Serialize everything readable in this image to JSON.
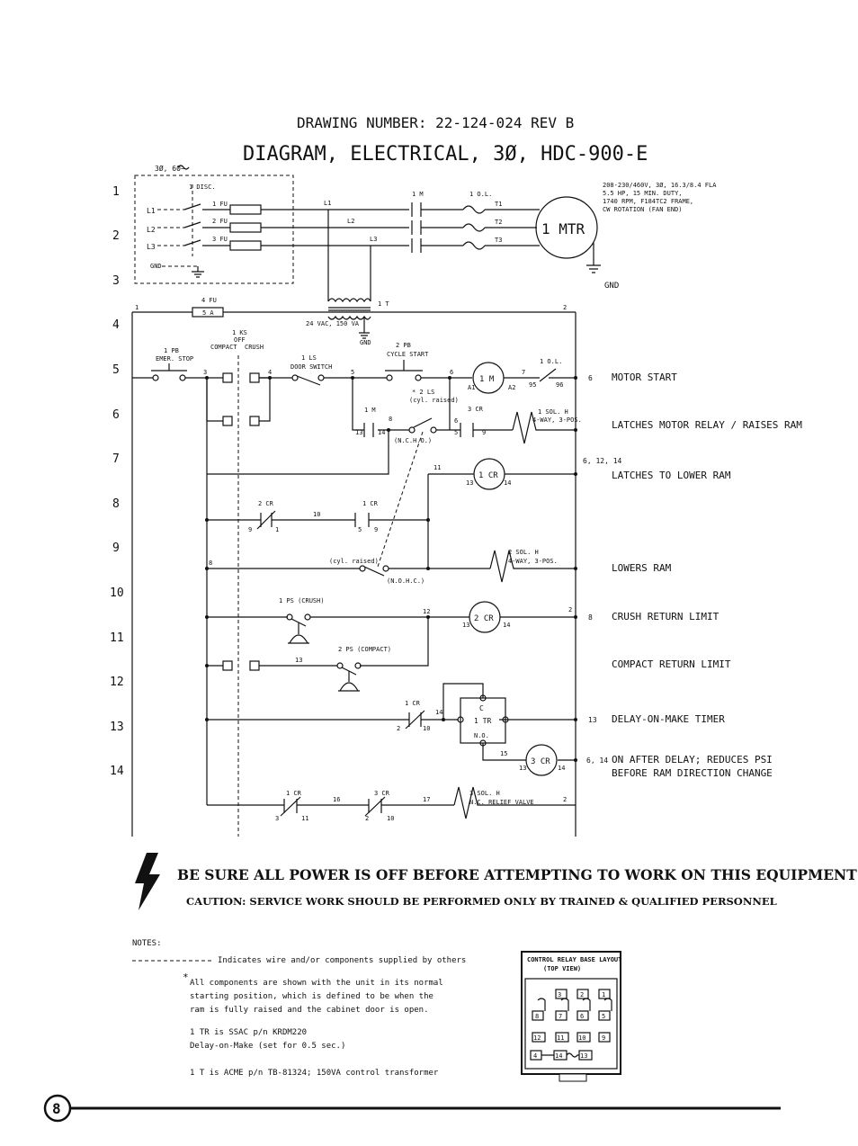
{
  "header": {
    "drawing_number": "DRAWING NUMBER: 22-124-024  REV B",
    "title": "DIAGRAM, ELECTRICAL, 3Ø, HDC-900-E"
  },
  "line_numbers": [
    "1",
    "2",
    "3",
    "4",
    "5",
    "6",
    "7",
    "8",
    "9",
    "10",
    "11",
    "12",
    "13",
    "14"
  ],
  "power": {
    "supply": "3Ø, 60~",
    "disconnect": "1 DISC.",
    "lines": [
      "L1",
      "L2",
      "L3"
    ],
    "fuses": [
      "1 FU",
      "2 FU",
      "3 FU"
    ],
    "gnd_in": "GND",
    "contactor": "1 M",
    "overload": "1 O.L.",
    "terminals": [
      "T1",
      "T2",
      "T3"
    ],
    "motor_label": "1 MTR",
    "motor_specs": [
      "208-230/460V, 3Ø, 16.3/8.4 FLA",
      "5.5 HP, 15 MIN. DUTY,",
      "1740 RPM, F184TC2 FRAME,",
      "CW ROTATION (FAN END)"
    ],
    "gnd_motor": "GND",
    "transformer": "1 T",
    "transformer_rating": "24 VAC, 150 VA",
    "gnd_transformer": "GND",
    "fuse4": "4 FU",
    "fuse4_rating": "5 A"
  },
  "ladder": {
    "wire_1": "1",
    "wire_2": "2",
    "ks_label": "1 KS",
    "ks_off": "OFF",
    "ks_compact": "COMPACT",
    "ks_crush": "CRUSH",
    "pb1_label": "1 PB",
    "pb1_sub": "EMER. STOP",
    "ls1_label": "1 LS",
    "ls1_sub": "DOOR SWITCH",
    "pb2_label": "2 PB",
    "pb2_sub": "CYCLE START",
    "ls2_label": "* 2 LS",
    "ls2_sub": "(cyl. raised)",
    "inch": "(N.C.H.O.)",
    "cyl_raised": "(cyl. raised)",
    "nohc": "(N.O.H.C.)",
    "ps1": "1 PS (CRUSH)",
    "ps2": "2 PS (COMPACT)",
    "sol1": "1 SOL. H",
    "sol1_sub": "4-WAY, 3-POS.",
    "sol2": "2 SOL. H",
    "sol2_sub": "4-WAY, 3-POS.",
    "sol3": "3 SOL. H",
    "sol3_sub": "N.C. RELIEF VALVE",
    "m_coil": "1 M",
    "cr1": "1 CR",
    "cr2": "2 CR",
    "cr3": "3 CR",
    "tr": "1 TR",
    "tr_c": "C",
    "tr_no": "N.O.",
    "ol": "1 O.L.",
    "wires": {
      "w3": "3",
      "w4": "4",
      "w5": "5",
      "w6": "6",
      "w7": "7",
      "w8": "8",
      "w10": "10",
      "w11": "11",
      "w12": "12",
      "w13": "13",
      "w14": "14",
      "w15": "15",
      "w16": "16",
      "w17": "17",
      "w9": "9",
      "wa1": "A1",
      "wa2": "A2",
      "w95": "95",
      "w96": "96",
      "w1": "1",
      "w2": "2",
      "w13b": "13",
      "w14b": "14"
    }
  },
  "descriptions": [
    {
      "ref": "6",
      "text": "MOTOR START"
    },
    {
      "ref": "",
      "text": "LATCHES MOTOR RELAY / RAISES RAM"
    },
    {
      "ref": "6, 12, 14",
      "text": "LATCHES TO LOWER RAM"
    },
    {
      "ref": "",
      "text": "LOWERS RAM"
    },
    {
      "ref": "8",
      "text": "CRUSH RETURN LIMIT"
    },
    {
      "ref": "",
      "text": "COMPACT RETURN LIMIT"
    },
    {
      "ref": "13",
      "text": "DELAY-ON-MAKE TIMER"
    },
    {
      "ref": "6, 14",
      "text": "ON AFTER DELAY; REDUCES PSI"
    },
    {
      "ref": "",
      "text": "BEFORE RAM DIRECTION CHANGE"
    }
  ],
  "warning": {
    "main": "BE SURE ALL POWER IS OFF BEFORE ATTEMPTING TO WORK ON THIS EQUIPMENT!",
    "caution": "CAUTION: SERVICE WORK SHOULD BE PERFORMED ONLY BY TRAINED & QUALIFIED PERSONNEL"
  },
  "notes": {
    "heading": "NOTES:",
    "dash_note": "Indicates wire and/or components supplied by others",
    "star_lines": [
      "All components are shown with the unit in its normal",
      "starting position, which is defined to be when the",
      "ram is fully raised and the cabinet door is open."
    ],
    "tr_lines": [
      "1 TR is SSAC p/n  KRDM220",
      "Delay-on-Make (set for 0.5 sec.)"
    ],
    "t_line": "1 T is ACME p/n TB-81324; 150VA control transformer"
  },
  "relay_base": {
    "title1": "CONTROL RELAY BASE LAYOUT",
    "title2": "(TOP VIEW)",
    "pins_top": [
      "3",
      "2",
      "1"
    ],
    "pins_mid": [
      "8",
      "7",
      "6",
      "5"
    ],
    "pins_bot": [
      "12",
      "11",
      "10",
      "9"
    ],
    "pins_coil": [
      "4",
      "14",
      "13"
    ]
  },
  "page_number": "8",
  "colors": {
    "ink": "#111111",
    "paper": "#ffffff"
  }
}
